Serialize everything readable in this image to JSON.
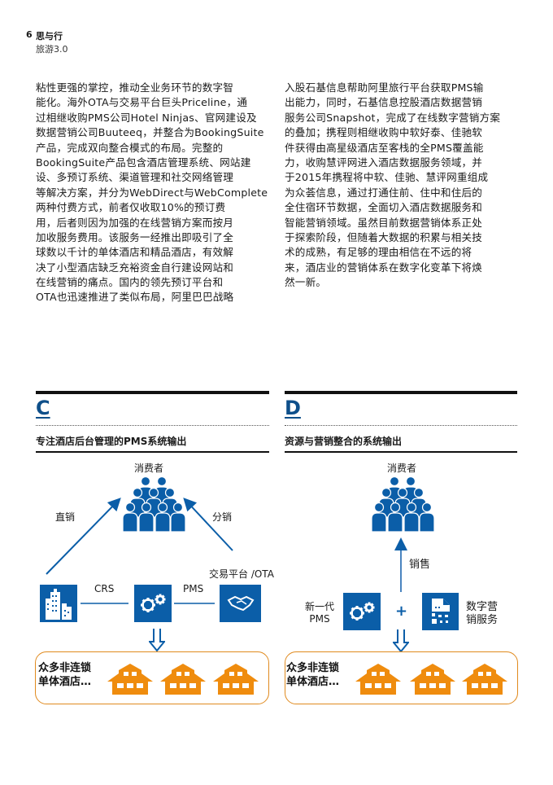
{
  "header": {
    "page_number": "6",
    "section": "思与行",
    "subtitle": "旅游3.0"
  },
  "body": {
    "left_lines": [
      "粘性更强的掌控，推动全业务环节的数字智",
      "能化。海外OTA与交易平台巨头Priceline，通",
      "过相继收购PMS公司Hotel Ninjas、官网建设及",
      "数据营销公司Buuteeq，并整合为BookingSuite",
      "产品，完成双向整合模式的布局。完整的",
      "BookingSuite产品包含酒店管理系统、网站建",
      "设、多预订系统、渠道管理和社交网络管理",
      "等解决方案，并分为WebDirect与WebComplete",
      "两种付费方式，前者仅收取10%的预订费",
      "用，后者则因为加强的在线营销方案而按月",
      "加收服务费用。该服务一经推出即吸引了全",
      "球数以千计的单体酒店和精品酒店，有效解",
      "决了小型酒店缺乏充裕资金自行建设网站和",
      "在线营销的痛点。国内的领先预订平台和",
      "OTA也迅速推进了类似布局，阿里巴巴战略"
    ],
    "right_lines": [
      "入股石基信息帮助阿里旅行平台获取PMS输",
      "出能力，同时，石基信息控股酒店数据营销",
      "服务公司Snapshot，完成了在线数字营销方案",
      "的叠加；携程则相继收购中软好泰、佳驰软",
      "件获得由高星级酒店至客栈的全PMS覆盖能",
      "力，收购慧评网进入酒店数据服务领域，并",
      "于2015年携程将中软、佳驰、慧评网重组成",
      "为众荟信息，通过打通住前、住中和住后的",
      "全住宿环节数据，全面切入酒店数据服务和",
      "智能营销领域。虽然目前数据营销体系正处",
      "于探索阶段，但随着大数据的积累与相关技",
      "术的成熟，有足够的理由相信在不远的将",
      "来，酒店业的营销体系在数字化变革下将焕",
      "然一新。"
    ]
  },
  "figure_c": {
    "letter": "C",
    "title": "专注酒店后台管理的PMS系统输出",
    "consumers": "消费者",
    "direct": "直销",
    "distribution": "分销",
    "platform": "交易平台 /OTA",
    "crs": "CRS",
    "pms": "PMS",
    "hotels_line1": "众多非连锁",
    "hotels_line2": "单体酒店…"
  },
  "figure_d": {
    "letter": "D",
    "title": "资源与营销整合的系统输出",
    "consumers": "消费者",
    "sales": "销售",
    "new_pms_line1": "新一代",
    "new_pms_line2": "PMS",
    "plus": "+",
    "digital_line1": "数字营",
    "digital_line2": "销服务",
    "hotels_line1": "众多非连锁",
    "hotels_line2": "单体酒店…"
  },
  "colors": {
    "blue": "#0b5ea8",
    "orange": "#ef8c0e",
    "letter": "#0e4f8a"
  }
}
